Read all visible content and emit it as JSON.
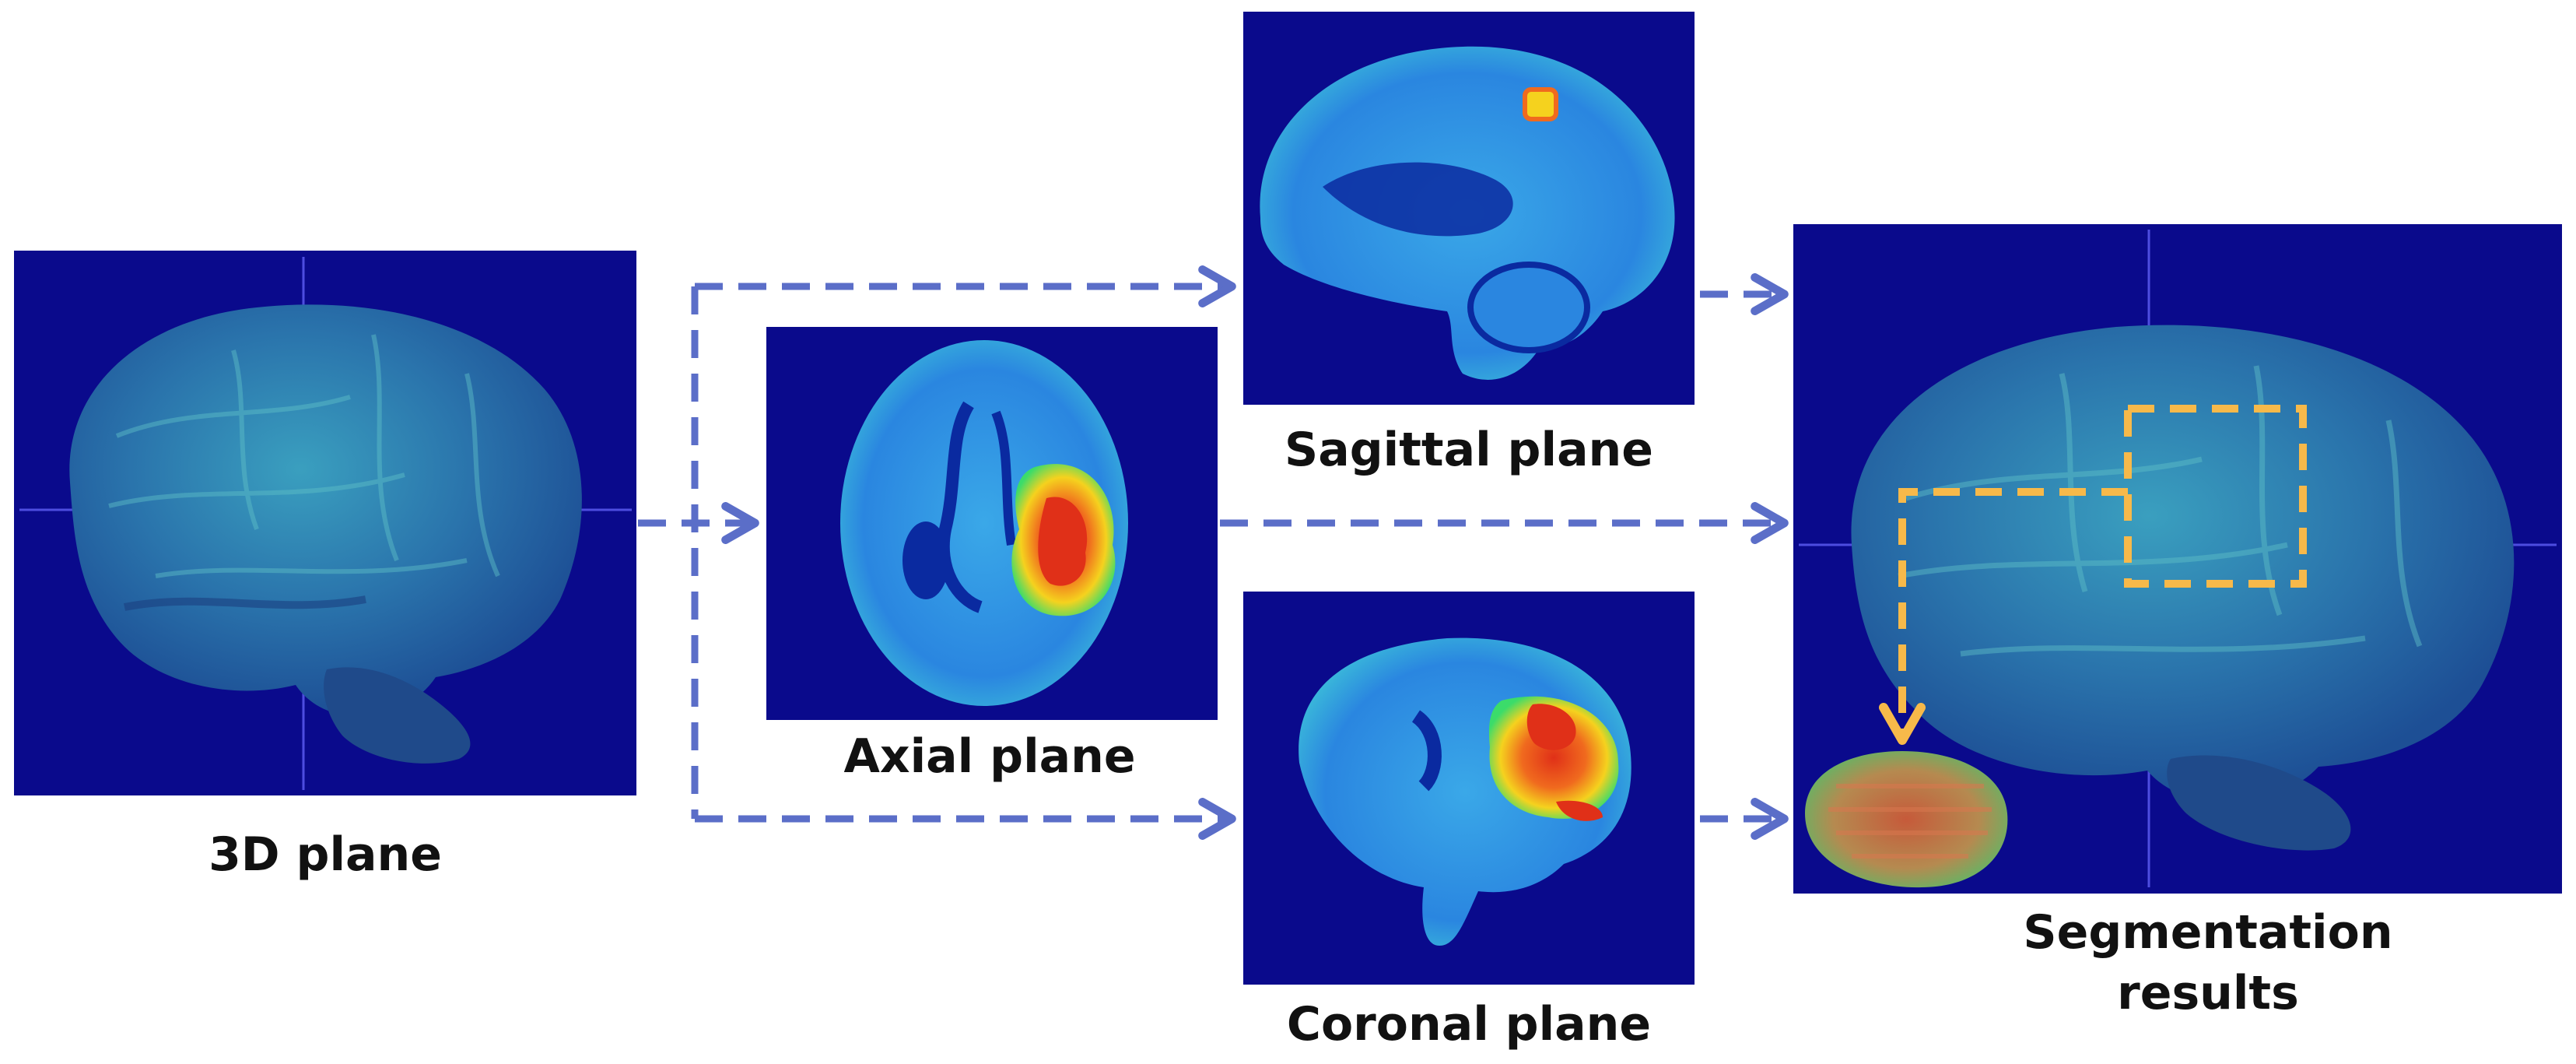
{
  "labels": {
    "plane_3d": "3D plane",
    "axial": "Axial plane",
    "sagittal": "Sagittal plane",
    "coronal": "Coronal plane",
    "seg_line1": "Segmentation",
    "seg_line2": "results"
  },
  "colors": {
    "panel_bg": "#0a0a8c",
    "arrow": "#5b6ec8",
    "highlight": "#f7b94a",
    "brain_3d": "#2f7fb0",
    "tissue": "#2a8fe0",
    "tissue_light": "#3fc2e0",
    "tumor_core": "#e6341a",
    "tumor_edge": "#f5d21e",
    "tumor_halo": "#3bdc6a",
    "crosshair": "#4d4de0",
    "segment_mask": "#4fbf6a",
    "segment_core": "#c65a3a"
  },
  "icons": {
    "arrow": "dashed-arrow-icon",
    "zoom_box": "dashed-highlight-box"
  }
}
